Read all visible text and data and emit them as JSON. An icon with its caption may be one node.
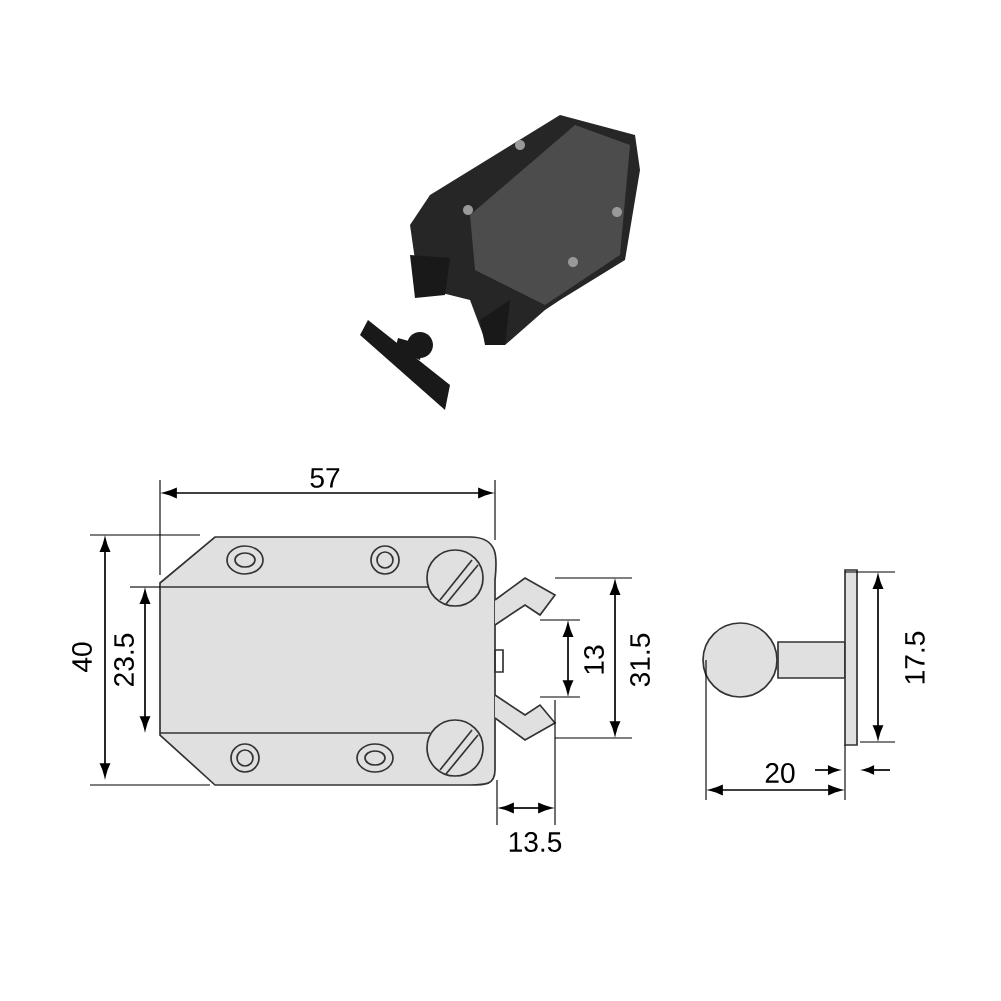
{
  "diagram": {
    "labels": [
      "57",
      "40",
      "23.5",
      "13",
      "31.5",
      "13.5",
      "20",
      "17.5"
    ]
  }
}
